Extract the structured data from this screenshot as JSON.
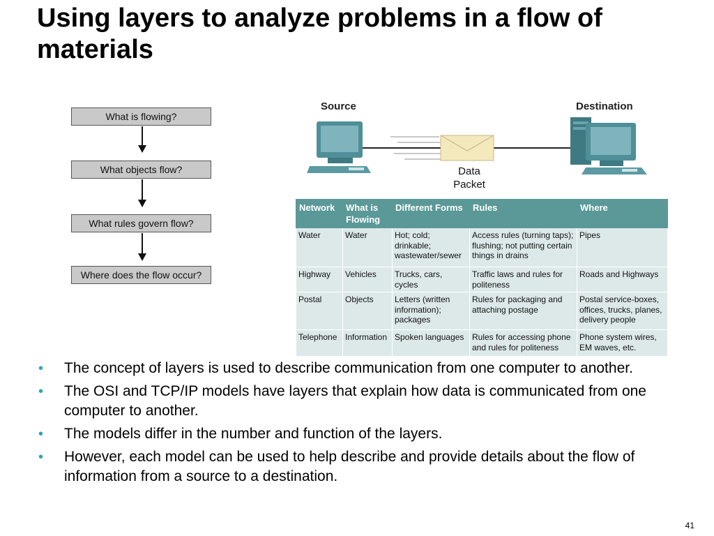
{
  "title": "Using layers to analyze problems in a flow of materials",
  "flow": {
    "steps": [
      "What is flowing?",
      "What objects flow?",
      "What rules govern flow?",
      "Where does the flow occur?"
    ]
  },
  "diagram": {
    "source_label": "Source",
    "destination_label": "Destination",
    "packet_line1": "Data",
    "packet_line2": "Packet",
    "colors": {
      "computer": "#4f8f98",
      "screen": "#7fb4bc",
      "envelope": "#f3e9bd"
    }
  },
  "table": {
    "headers": [
      "Network",
      "What is Flowing",
      "Different Forms",
      "Rules",
      "Where"
    ],
    "rows": [
      [
        "Water",
        "Water",
        "Hot; cold; drinkable; wastewater/sewer",
        "Access rules (turning taps); flushing; not putting certain things in drains",
        "Pipes"
      ],
      [
        "Highway",
        "Vehicles",
        "Trucks, cars, cycles",
        "Traffic laws and rules for politeness",
        "Roads and Highways"
      ],
      [
        "Postal",
        "Objects",
        "Letters (written information); packages",
        "Rules for packaging and attaching postage",
        "Postal service-boxes, offices, trucks, planes, delivery people"
      ],
      [
        "Telephone",
        "Information",
        "Spoken languages",
        "Rules for accessing phone and rules for politeness",
        "Phone system wires, EM waves, etc."
      ]
    ],
    "colors": {
      "header": "#5b9898",
      "cell": "#dde9e9"
    }
  },
  "bullets": [
    "The concept of layers is used to describe communication from one computer to another.",
    "The OSI and TCP/IP models have layers that explain how data is communicated from one computer to another.",
    "The models differ in the number and function of the layers.",
    "However, each model can be used to help describe and provide details about the flow of information from a source to a destination."
  ],
  "bullet_color": "#2aa4b5",
  "page_number": "41"
}
